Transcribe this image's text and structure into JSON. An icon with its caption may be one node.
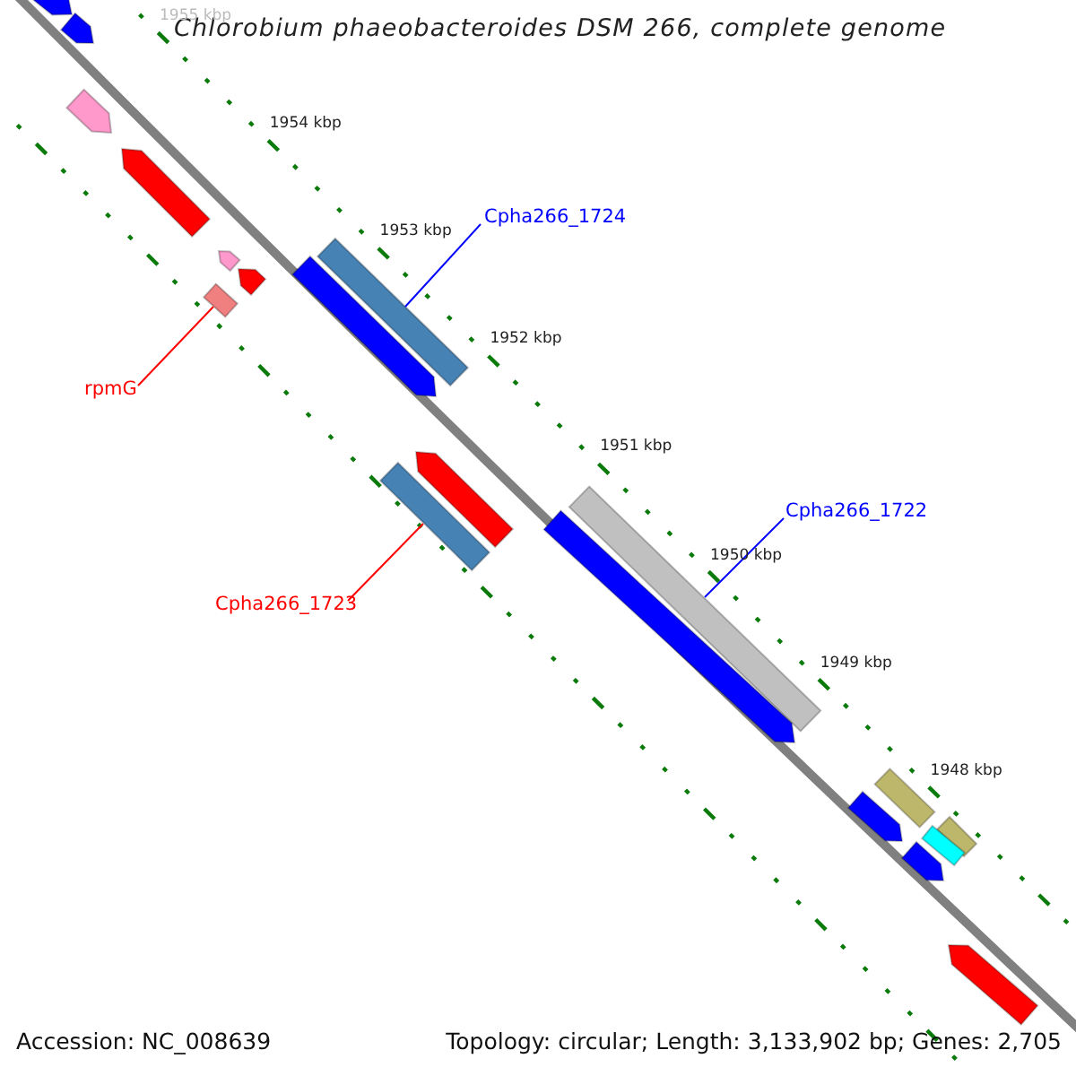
{
  "diagram": {
    "title": "Chlorobium phaeobacteroides DSM 266, complete genome",
    "nodes": [
      {
        "text": [
          "Cpha266_1724"
        ]
      },
      {
        "text": [],
        "shape": "bar"
      },
      {
        "text": [
          "rpmG"
        ]
      },
      {
        "text": [],
        "shape": "bar"
      },
      {
        "text": [
          "Cpha266_1722"
        ]
      },
      {
        "text": [],
        "shape": "bar"
      },
      {
        "text": [
          "Cpha266_1723"
        ]
      },
      {
        "text": [],
        "shape": "bar"
      },
      {
        "text": [],
        "shape": "bar"
      },
      {
        "text": [],
        "shape": "bar"
      },
      {
        "text": [],
        "shape": "bar"
      },
      {
        "text": [],
        "shape": "bar"
      },
      {
        "text": [],
        "shape": "bar"
      },
      {
        "text": [],
        "shape": "bar"
      },
      {
        "text": [],
        "shape": "bar"
      },
      {
        "text": [],
        "shape": "bar"
      },
      {
        "text": [],
        "shape": "bar"
      },
      {
        "text": [],
        "shape": "bar"
      },
      {
        "text": [],
        "shape": "bar"
      },
      {
        "text": [],
        "shape": "bar"
      },
      {
        "text": [],
        "shape": "bar"
      },
      {
        "text": [],
        "shape": "bar"
      },
      {
        "text": [],
        "shape": "bar"
      }
    ],
    "edges": [
      {
        "from": 0,
        "to": 1,
        "arrow": "none",
        "color": "#0000ff"
      },
      {
        "from": 2,
        "to": 3,
        "arrow": "none",
        "color": "#ff0000"
      },
      {
        "from": 4,
        "to": 5,
        "arrow": "none",
        "color": "#0000ff"
      },
      {
        "from": 6,
        "to": 7,
        "arrow": "none",
        "color": "#ff0000"
      }
    ],
    "labels": [
      "1955 kbp",
      "1954 kbp",
      "1953 kbp",
      "1952 kbp",
      "1951 kbp",
      "1950 kbp",
      "1949 kbp",
      "1948 kbp",
      "Accession: NC_008639",
      "Topology: circular; Length: 3,133,902 bp; Genes: 2,705"
    ]
  }
}
